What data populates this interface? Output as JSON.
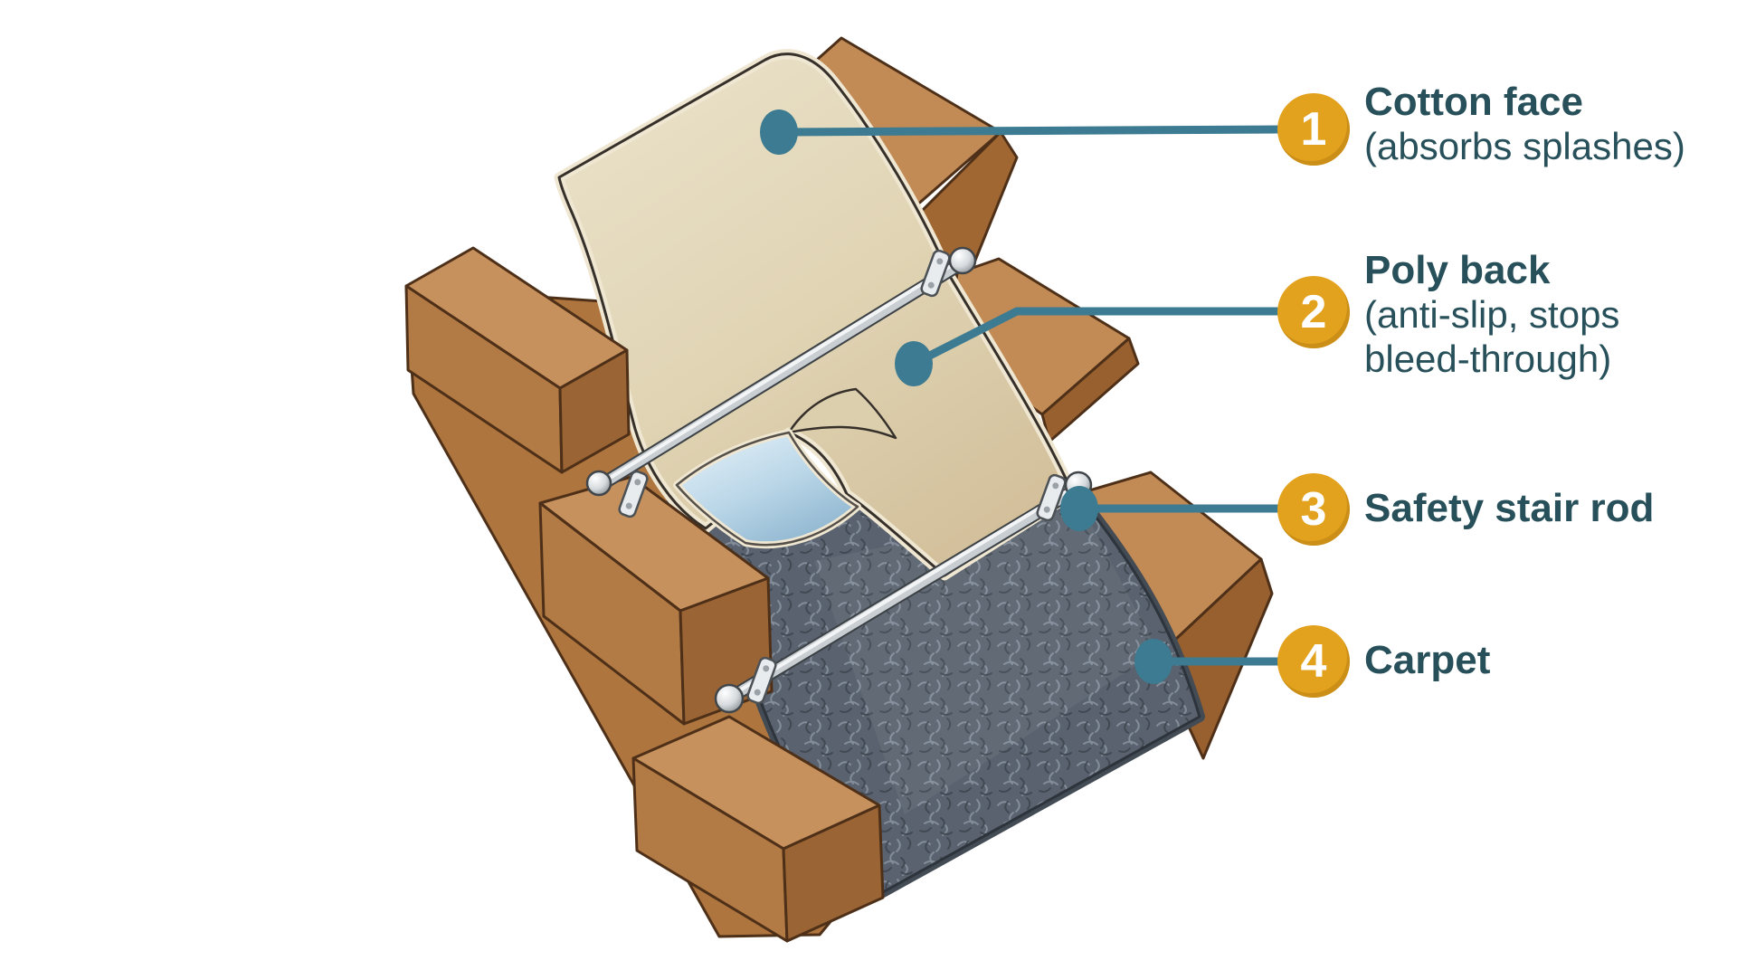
{
  "figure": {
    "callouts": [
      {
        "number": "1",
        "title": "Cotton face",
        "sub1": "(absorbs splashes)",
        "sub2": ""
      },
      {
        "number": "2",
        "title": "Poly back",
        "sub1": "(anti-slip, stops",
        "sub2": "bleed-through)"
      },
      {
        "number": "3",
        "title": "Safety stair rod",
        "sub1": "",
        "sub2": ""
      },
      {
        "number": "4",
        "title": "Carpet",
        "sub1": "",
        "sub2": ""
      }
    ],
    "colors": {
      "background": "#FFFFFF",
      "badge_orange": "#E2A21E",
      "leader_teal": "#3C7B91",
      "label_text_teal": "#27505A",
      "runner_cotton_beige": "#E0D4B4",
      "runner_edge_cream": "#EFE7D2",
      "poly_back_blue": "#BBD7E8",
      "carpet_gray": "#59626E",
      "wood_light": "#C7915E",
      "wood_medium": "#B27A44",
      "wood_dark": "#9A6434",
      "rod_silver": "#C9CED2"
    }
  }
}
